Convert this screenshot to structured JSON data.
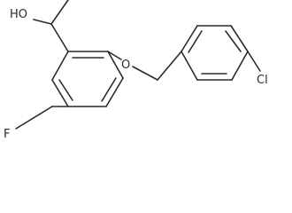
{
  "molecule": {
    "atom_labels": {
      "hydroxyl": "HO",
      "ether_oxygen": "O",
      "chlorine": "Cl",
      "fluorine": "F"
    },
    "colors": {
      "ink": "#2b2b2b",
      "background": "#ffffff"
    }
  }
}
